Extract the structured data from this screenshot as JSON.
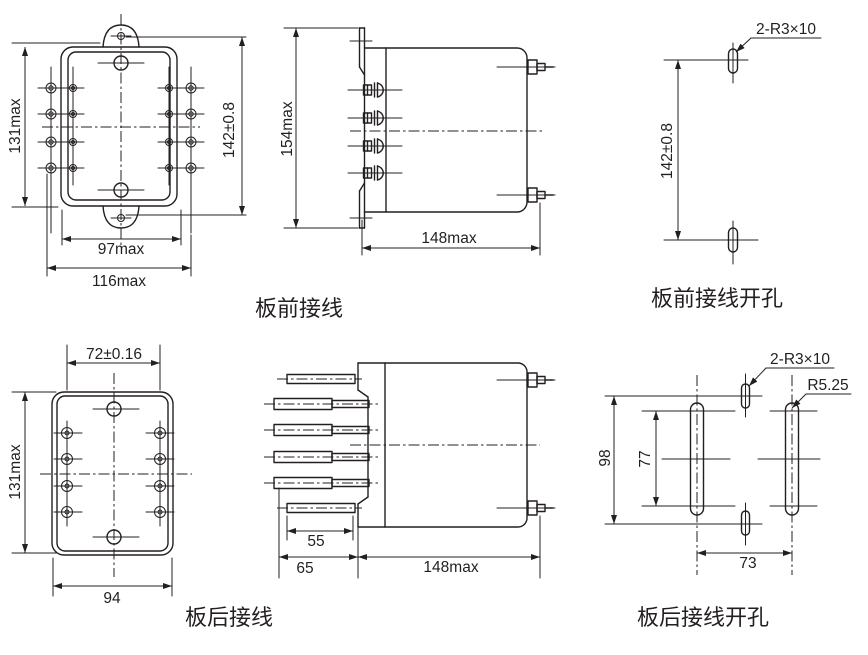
{
  "sheet": {
    "background_color": "#ffffff",
    "line_color": "#231f20"
  },
  "front_wiring": {
    "front_view": {
      "height_body": "131max",
      "mount_hole_spacing": "142±0.8",
      "width_body": "97max",
      "width_overall": "116max",
      "caption": "板前接线"
    },
    "side_view": {
      "height_overall": "154max",
      "depth_body": "148max"
    },
    "drill_view": {
      "slot_callout": "2-R3×10",
      "hole_spacing": "142±0.8",
      "caption": "板前接线开孔"
    }
  },
  "rear_wiring": {
    "rear_view": {
      "pin_column_spacing": "72±0.16",
      "height_body": "131max",
      "width_body": "94",
      "caption": "板后接线"
    },
    "side_view": {
      "pin_length_short": "55",
      "pin_length_long": "65",
      "depth_body": "148max"
    },
    "drill_view": {
      "slot_callout": "2-R3×10",
      "slot_end_radius": "R5.25",
      "cutout_height": "98",
      "slot_length": "77",
      "slot_spacing": "73",
      "caption": "板后接线开孔"
    }
  }
}
